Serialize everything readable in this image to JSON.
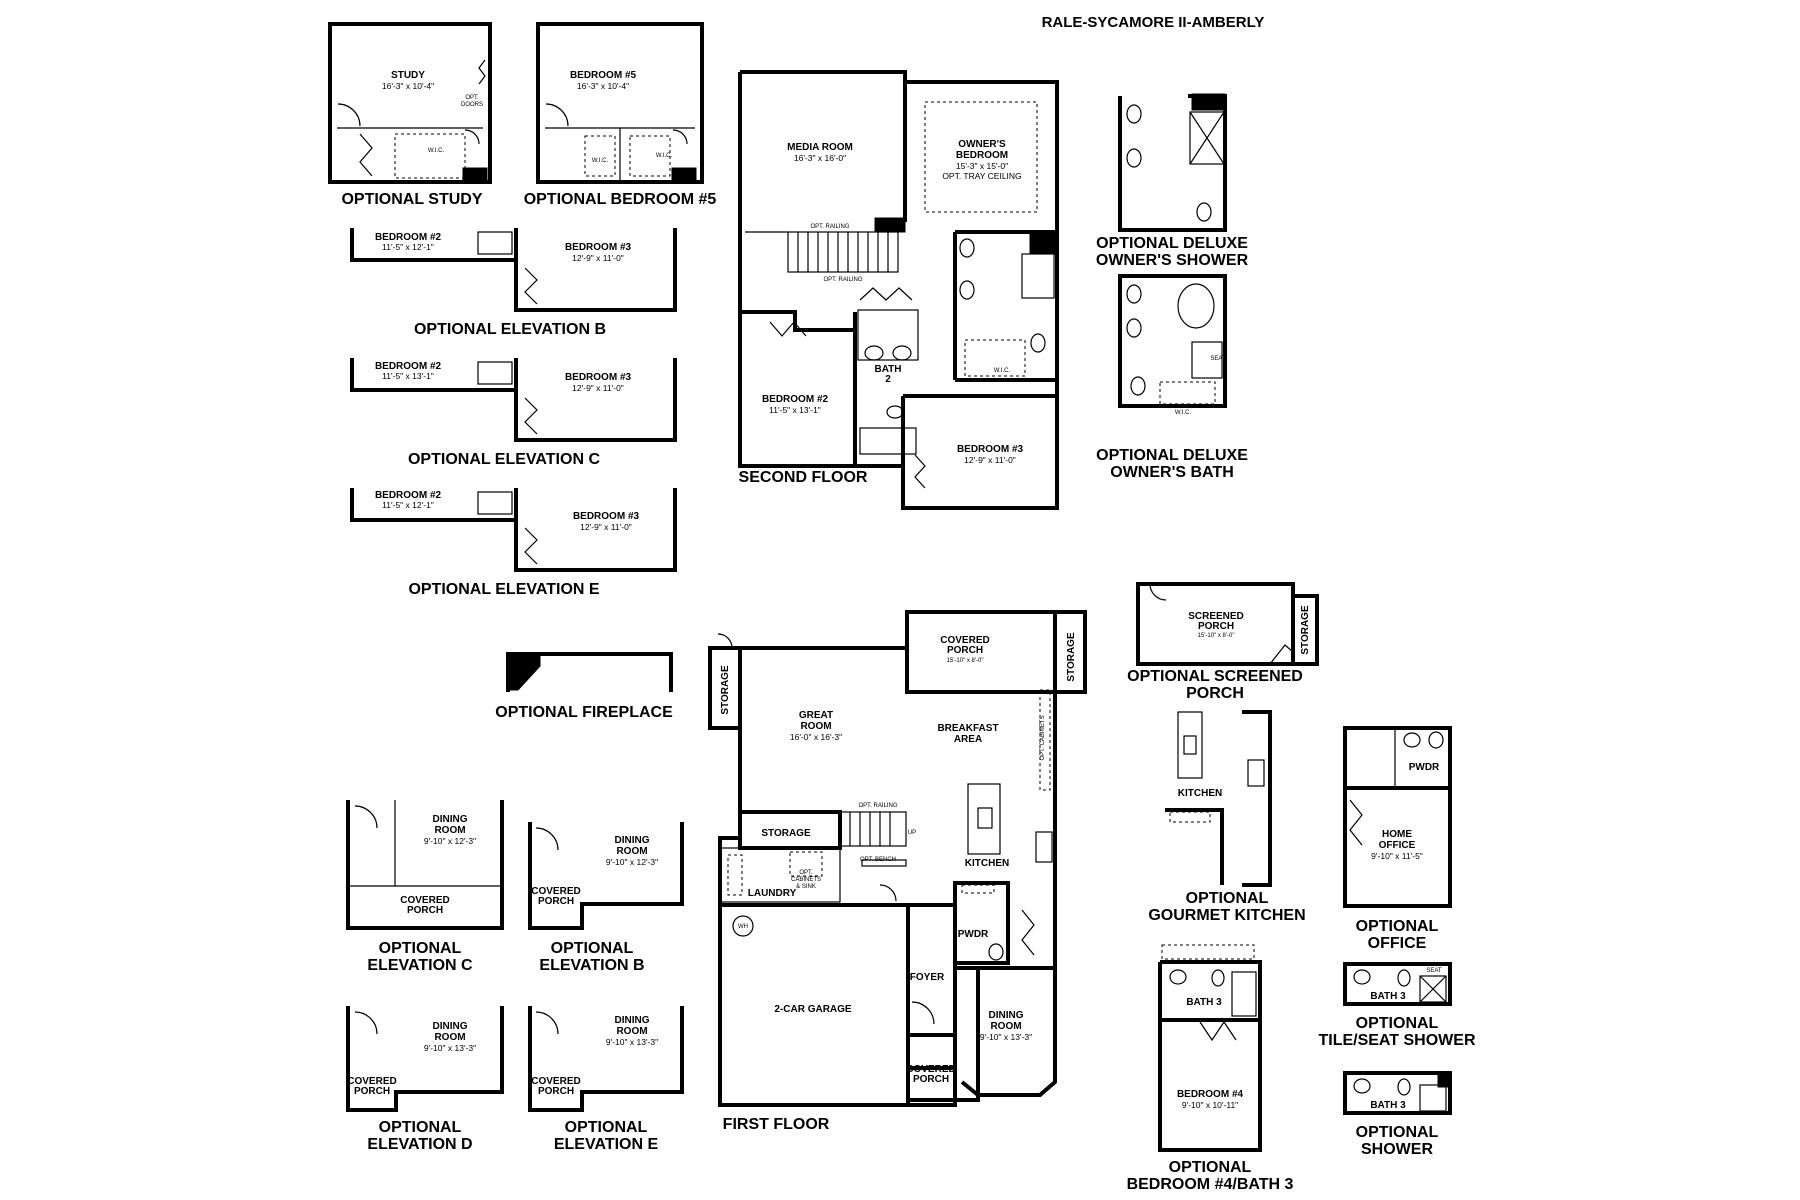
{
  "title": "RALE-SYCAMORE II-AMBERLY",
  "captions": {
    "optional_study": "OPTIONAL STUDY",
    "optional_bedroom5": "OPTIONAL BEDROOM #5",
    "optional_elevation_b": "OPTIONAL ELEVATION B",
    "optional_elevation_c": "OPTIONAL ELEVATION C",
    "optional_elevation_e": "OPTIONAL ELEVATION E",
    "second_floor": "SECOND FLOOR",
    "optional_deluxe_shower": [
      "OPTIONAL DELUXE",
      "OWNER'S SHOWER"
    ],
    "optional_deluxe_bath": [
      "OPTIONAL DELUXE",
      "OWNER'S BATH"
    ],
    "optional_fireplace": "OPTIONAL FIREPLACE",
    "first_floor": "FIRST FLOOR",
    "optional_screened_porch": [
      "OPTIONAL SCREENED",
      "PORCH"
    ],
    "optional_gourmet_kitchen": [
      "OPTIONAL",
      "GOURMET KITCHEN"
    ],
    "optional_office": [
      "OPTIONAL",
      "OFFICE"
    ],
    "optional_tile_seat_shower": [
      "OPTIONAL",
      "TILE/SEAT SHOWER"
    ],
    "optional_shower": [
      "OPTIONAL",
      "SHOWER"
    ],
    "optional_bedroom4_bath3": [
      "OPTIONAL",
      "BEDROOM #4/BATH 3"
    ],
    "optional_elev_c_dining": [
      "OPTIONAL",
      "ELEVATION C"
    ],
    "optional_elev_b_dining": [
      "OPTIONAL",
      "ELEVATION B"
    ],
    "optional_elev_d_dining": [
      "OPTIONAL",
      "ELEVATION D"
    ],
    "optional_elev_e_dining": [
      "OPTIONAL",
      "ELEVATION E"
    ]
  },
  "rooms": {
    "study": {
      "name": "STUDY",
      "dim": "16'-3\" x 10'-4\""
    },
    "bedroom5": {
      "name": "BEDROOM #5",
      "dim": "16'-3\" x 10'-4\""
    },
    "wic": "W.I.C.",
    "opt_doors": [
      "OPT.",
      "DOORS"
    ],
    "elev_b": {
      "bed2": "BEDROOM #2",
      "bed2_dim": "11'-5\" x 12'-1\"",
      "bed3": "BEDROOM #3",
      "bed3_dim": "12'-9\" x 11'-0\""
    },
    "elev_c": {
      "bed2": "BEDROOM #2",
      "bed2_dim": "11'-5\" x 13'-1\"",
      "bed3": "BEDROOM #3",
      "bed3_dim": "12'-9\" x 11'-0\""
    },
    "elev_e": {
      "bed2": "BEDROOM #2",
      "bed2_dim": "11'-5\" x 12'-1\"",
      "bed3": "BEDROOM #3",
      "bed3_dim": "12'-9\" x 11'-0\""
    },
    "media_room": {
      "name": "MEDIA ROOM",
      "dim": "16'-3\" x 16'-0\""
    },
    "owners_bedroom": {
      "name": [
        "OWNER'S",
        "BEDROOM"
      ],
      "dim": "15'-3\" x 15'-0\"",
      "note": "OPT. TRAY CEILING"
    },
    "opt_railing": "OPT. RAILING",
    "bedroom2_second": {
      "name": "BEDROOM #2",
      "dim": "11'-5\" x 13'-1\""
    },
    "bath2": [
      "BATH",
      "2"
    ],
    "bedroom3_second": {
      "name": "BEDROOM #3",
      "dim": "12'-9\" x 11'-0\""
    },
    "seat": "SEAT",
    "great_room": {
      "name": [
        "GREAT",
        "ROOM"
      ],
      "dim": "16'-0\" x 16'-3\""
    },
    "covered_porch": {
      "name": [
        "COVERED",
        "PORCH"
      ],
      "dim": "15'-10\" x 8'-0\""
    },
    "storage": "STORAGE",
    "breakfast": [
      "BREAKFAST",
      "AREA"
    ],
    "opt_cabinets": "OPT. CABINETS",
    "kitchen": "KITCHEN",
    "laundry": "LAUNDRY",
    "opt_bench": "OPT. BENCH",
    "opt_cab_sink": [
      "OPT.",
      "CABINETS",
      "& SINK"
    ],
    "up": "UP",
    "pwdr": "PWDR",
    "foyer": "FOYER",
    "garage": "2-CAR GARAGE",
    "wh": "WH",
    "dining_room": {
      "name": [
        "DINING",
        "ROOM"
      ],
      "dim": "9'-10\" x 13'-3\""
    },
    "covered_porch_small": [
      "COVERED",
      "PORCH"
    ],
    "screened_porch": {
      "name": [
        "SCREENED",
        "PORCH"
      ],
      "dim": "15'-10\" x 8'-0\""
    },
    "home_office": {
      "name": [
        "HOME",
        "OFFICE"
      ],
      "dim": "9'-10\" x 11'-5\""
    },
    "bath3": "BATH 3",
    "bedroom4": {
      "name": "BEDROOM #4",
      "dim": "9'-10\" x 10'-11\""
    },
    "dining_c": {
      "name": [
        "DINING",
        "ROOM"
      ],
      "dim": "9'-10\" x 12'-3\""
    },
    "dining_b": {
      "name": [
        "DINING",
        "ROOM"
      ],
      "dim": "9'-10\" x 12'-3\""
    },
    "dining_d": {
      "name": [
        "DINING",
        "ROOM"
      ],
      "dim": "9'-10\" x 13'-3\""
    },
    "dining_e": {
      "name": [
        "DINING",
        "ROOM"
      ],
      "dim": "9'-10\" x 13'-3\""
    }
  }
}
